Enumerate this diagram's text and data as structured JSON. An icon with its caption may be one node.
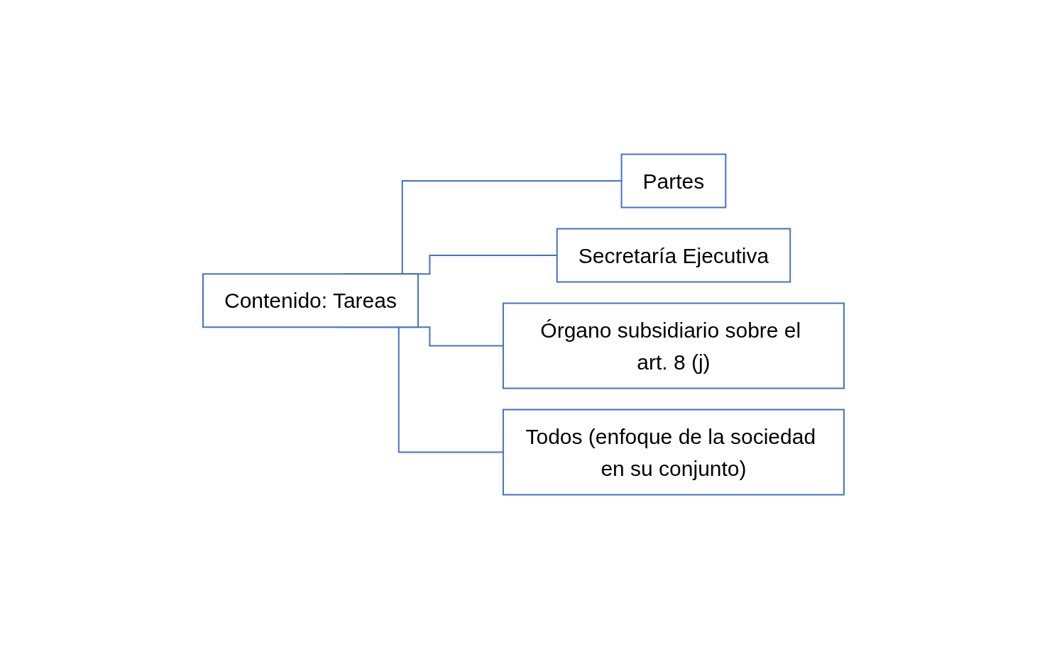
{
  "diagram": {
    "nodes": [
      {
        "text": [
          "Contenido: Tareas"
        ]
      },
      {
        "text": [
          "Partes"
        ]
      },
      {
        "text": [
          "Secretaría Ejecutiva"
        ]
      },
      {
        "text": [
          "Órgano subsidiario sobre el art. 8 (j)"
        ]
      },
      {
        "text": [
          "Todos (enfoque de la sociedad en su conjunto)"
        ]
      }
    ],
    "edges": [
      {
        "from": 0,
        "to": 1,
        "arrow": "none"
      },
      {
        "from": 0,
        "to": 2,
        "arrow": "none"
      },
      {
        "from": 0,
        "to": 3,
        "arrow": "none"
      },
      {
        "from": 0,
        "to": 4,
        "arrow": "none"
      }
    ]
  }
}
